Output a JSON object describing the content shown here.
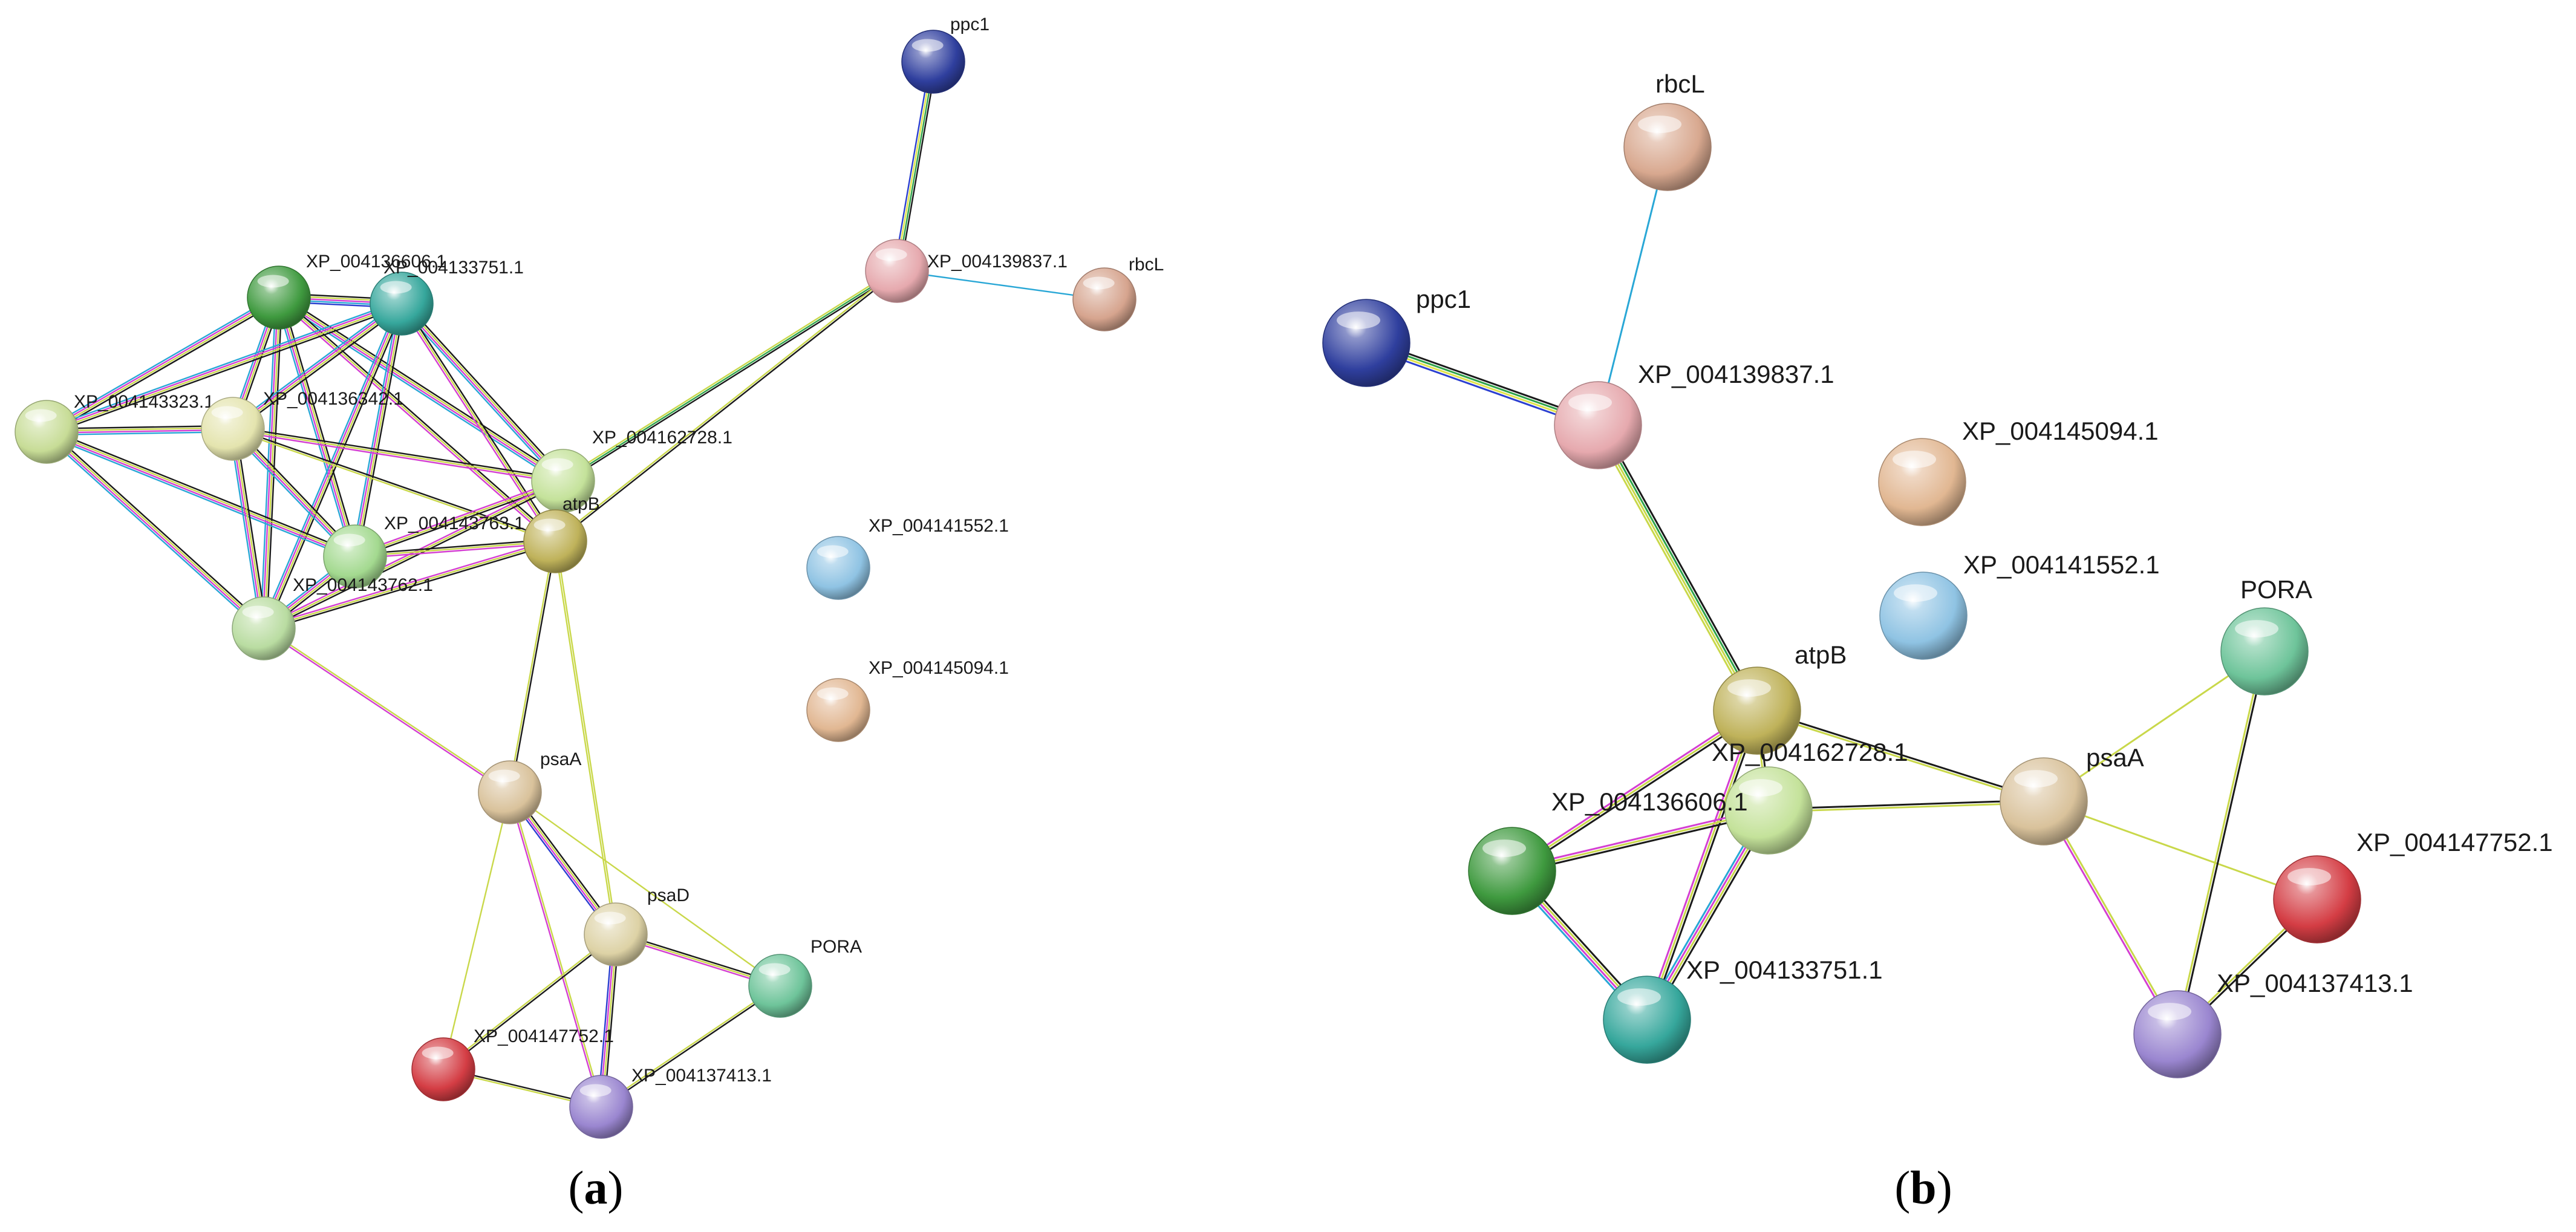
{
  "panels": [
    {
      "id": "a",
      "caption_letter": "a",
      "nodes": [
        {
          "id": "ppc1",
          "label": "ppc1",
          "color": "#2f3f9e"
        },
        {
          "id": "XP_004139837.1",
          "label": "XP_004139837.1",
          "color": "#e6a9ae"
        },
        {
          "id": "rbcL",
          "label": "rbcL",
          "color": "#d6a48e"
        },
        {
          "id": "XP_004136606.1",
          "label": "XP_004136606.1",
          "color": "#3f9a3f"
        },
        {
          "id": "XP_004133751.1",
          "label": "XP_004133751.1",
          "color": "#36a79c"
        },
        {
          "id": "XP_004143323.1",
          "label": "XP_004143323.1",
          "color": "#c7dc96"
        },
        {
          "id": "XP_004136342.1",
          "label": "XP_004136342.1",
          "color": "#e4e4ae"
        },
        {
          "id": "XP_004162728.1",
          "label": "XP_004162728.1",
          "color": "#c4e29a"
        },
        {
          "id": "XP_004143763.1",
          "label": "XP_004143763.1",
          "color": "#a3d98f"
        },
        {
          "id": "atpB",
          "label": "atpB",
          "color": "#bfb25a"
        },
        {
          "id": "XP_004143762.1",
          "label": "XP_004143762.1",
          "color": "#b9dca1"
        },
        {
          "id": "XP_004141552.1",
          "label": "XP_004141552.1",
          "color": "#8fc3e3"
        },
        {
          "id": "XP_004145094.1",
          "label": "XP_004145094.1",
          "color": "#e1b792"
        },
        {
          "id": "psaA",
          "label": "psaA",
          "color": "#d9c29b"
        },
        {
          "id": "psaD",
          "label": "psaD",
          "color": "#ddd2a5"
        },
        {
          "id": "PORA",
          "label": "PORA",
          "color": "#6ec49a"
        },
        {
          "id": "XP_004147752.1",
          "label": "XP_004147752.1",
          "color": "#d43d44"
        },
        {
          "id": "XP_004137413.1",
          "label": "XP_004137413.1",
          "color": "#9a86d0"
        }
      ],
      "edges": [
        {
          "source": "ppc1",
          "target": "XP_004139837.1",
          "colors": [
            "#1a1a1a",
            "#2fa34a",
            "#e0e24a",
            "#2b3fd0"
          ]
        },
        {
          "source": "XP_004139837.1",
          "target": "rbcL",
          "colors": [
            "#29a7d6"
          ]
        },
        {
          "source": "XP_004139837.1",
          "target": "XP_004162728.1",
          "colors": [
            "#1a1a1a",
            "#2fa34a",
            "#c9d84a"
          ]
        },
        {
          "source": "XP_004139837.1",
          "target": "atpB",
          "colors": [
            "#1a1a1a",
            "#c9d84a"
          ]
        },
        {
          "source": "XP_004136606.1",
          "target": "XP_004133751.1",
          "colors": [
            "#1a1a1a",
            "#c9d84a",
            "#d43fd2",
            "#29a7d6",
            "#2b3fd0"
          ]
        },
        {
          "source": "XP_004136606.1",
          "target": "XP_004143323.1",
          "colors": [
            "#1a1a1a",
            "#c9d84a",
            "#d43fd2",
            "#29a7d6"
          ]
        },
        {
          "source": "XP_004136606.1",
          "target": "XP_004136342.1",
          "colors": [
            "#1a1a1a",
            "#c9d84a",
            "#d43fd2",
            "#29a7d6"
          ]
        },
        {
          "source": "XP_004136606.1",
          "target": "XP_004162728.1",
          "colors": [
            "#1a1a1a",
            "#c9d84a",
            "#d43fd2",
            "#29a7d6"
          ]
        },
        {
          "source": "XP_004136606.1",
          "target": "XP_004143763.1",
          "colors": [
            "#1a1a1a",
            "#c9d84a",
            "#d43fd2",
            "#29a7d6"
          ]
        },
        {
          "source": "XP_004136606.1",
          "target": "atpB",
          "colors": [
            "#1a1a1a",
            "#c9d84a",
            "#d43fd2"
          ]
        },
        {
          "source": "XP_004136606.1",
          "target": "XP_004143762.1",
          "colors": [
            "#1a1a1a",
            "#c9d84a",
            "#d43fd2",
            "#29a7d6"
          ]
        },
        {
          "source": "XP_004133751.1",
          "target": "XP_004143323.1",
          "colors": [
            "#1a1a1a",
            "#c9d84a",
            "#d43fd2",
            "#29a7d6"
          ]
        },
        {
          "source": "XP_004133751.1",
          "target": "XP_004136342.1",
          "colors": [
            "#1a1a1a",
            "#c9d84a",
            "#d43fd2",
            "#29a7d6"
          ]
        },
        {
          "source": "XP_004133751.1",
          "target": "XP_004162728.1",
          "colors": [
            "#1a1a1a",
            "#c9d84a",
            "#d43fd2",
            "#29a7d6"
          ]
        },
        {
          "source": "XP_004133751.1",
          "target": "XP_004143763.1",
          "colors": [
            "#1a1a1a",
            "#c9d84a",
            "#d43fd2",
            "#29a7d6"
          ]
        },
        {
          "source": "XP_004133751.1",
          "target": "atpB",
          "colors": [
            "#1a1a1a",
            "#c9d84a",
            "#d43fd2"
          ]
        },
        {
          "source": "XP_004133751.1",
          "target": "XP_004143762.1",
          "colors": [
            "#1a1a1a",
            "#c9d84a",
            "#d43fd2",
            "#29a7d6"
          ]
        },
        {
          "source": "XP_004143323.1",
          "target": "XP_004136342.1",
          "colors": [
            "#1a1a1a",
            "#c9d84a",
            "#d43fd2",
            "#29a7d6"
          ]
        },
        {
          "source": "XP_004143323.1",
          "target": "XP_004143763.1",
          "colors": [
            "#1a1a1a",
            "#c9d84a",
            "#d43fd2",
            "#29a7d6"
          ]
        },
        {
          "source": "XP_004143323.1",
          "target": "XP_004143762.1",
          "colors": [
            "#1a1a1a",
            "#c9d84a",
            "#d43fd2",
            "#29a7d6"
          ]
        },
        {
          "source": "XP_004136342.1",
          "target": "XP_004162728.1",
          "colors": [
            "#1a1a1a",
            "#c9d84a",
            "#d43fd2"
          ]
        },
        {
          "source": "XP_004136342.1",
          "target": "XP_004143763.1",
          "colors": [
            "#1a1a1a",
            "#c9d84a",
            "#d43fd2",
            "#29a7d6"
          ]
        },
        {
          "source": "XP_004136342.1",
          "target": "atpB",
          "colors": [
            "#1a1a1a",
            "#c9d84a"
          ]
        },
        {
          "source": "XP_004136342.1",
          "target": "XP_004143762.1",
          "colors": [
            "#1a1a1a",
            "#c9d84a",
            "#d43fd2",
            "#29a7d6"
          ]
        },
        {
          "source": "XP_004162728.1",
          "target": "XP_004143763.1",
          "colors": [
            "#1a1a1a",
            "#c9d84a",
            "#d43fd2"
          ]
        },
        {
          "source": "XP_004162728.1",
          "target": "atpB",
          "colors": [
            "#1a1a1a",
            "#c9d84a"
          ]
        },
        {
          "source": "XP_004162728.1",
          "target": "XP_004143762.1",
          "colors": [
            "#1a1a1a",
            "#c9d84a",
            "#d43fd2"
          ]
        },
        {
          "source": "XP_004143763.1",
          "target": "atpB",
          "colors": [
            "#1a1a1a",
            "#c9d84a",
            "#d43fd2"
          ]
        },
        {
          "source": "XP_004143763.1",
          "target": "XP_004143762.1",
          "colors": [
            "#1a1a1a",
            "#c9d84a",
            "#d43fd2",
            "#29a7d6"
          ]
        },
        {
          "source": "atpB",
          "target": "XP_004143762.1",
          "colors": [
            "#1a1a1a",
            "#c9d84a",
            "#d43fd2"
          ]
        },
        {
          "source": "atpB",
          "target": "psaA",
          "colors": [
            "#1a1a1a",
            "#c9d84a"
          ]
        },
        {
          "source": "atpB",
          "target": "psaD",
          "colors": [
            "#c9d84a",
            "#c9d84a"
          ]
        },
        {
          "source": "XP_004143762.1",
          "target": "psaA",
          "colors": [
            "#c9d84a",
            "#d43fd2"
          ]
        },
        {
          "source": "psaA",
          "target": "psaD",
          "colors": [
            "#1a1a1a",
            "#c9d84a",
            "#d43fd2",
            "#2b3fd0"
          ]
        },
        {
          "source": "psaA",
          "target": "PORA",
          "colors": [
            "#c9d84a"
          ]
        },
        {
          "source": "psaA",
          "target": "XP_004147752.1",
          "colors": [
            "#c9d84a"
          ]
        },
        {
          "source": "psaA",
          "target": "XP_004137413.1",
          "colors": [
            "#c9d84a",
            "#d43fd2"
          ]
        },
        {
          "source": "psaD",
          "target": "PORA",
          "colors": [
            "#1a1a1a",
            "#c9d84a",
            "#d43fd2"
          ]
        },
        {
          "source": "psaD",
          "target": "XP_004147752.1",
          "colors": [
            "#1a1a1a",
            "#c9d84a"
          ]
        },
        {
          "source": "psaD",
          "target": "XP_004137413.1",
          "colors": [
            "#1a1a1a",
            "#c9d84a",
            "#d43fd2",
            "#2b3fd0"
          ]
        },
        {
          "source": "PORA",
          "target": "XP_004137413.1",
          "colors": [
            "#1a1a1a",
            "#c9d84a"
          ]
        },
        {
          "source": "XP_004147752.1",
          "target": "XP_004137413.1",
          "colors": [
            "#1a1a1a",
            "#c9d84a"
          ]
        }
      ]
    },
    {
      "id": "b",
      "caption_letter": "b",
      "nodes": [
        {
          "id": "rbcL",
          "label": "rbcL",
          "color": "#d8a88f"
        },
        {
          "id": "ppc1",
          "label": "ppc1",
          "color": "#2f3f9e"
        },
        {
          "id": "XP_004139837.1",
          "label": "XP_004139837.1",
          "color": "#e6a9ae"
        },
        {
          "id": "XP_004145094.1",
          "label": "XP_004145094.1",
          "color": "#e1b792"
        },
        {
          "id": "XP_004141552.1",
          "label": "XP_004141552.1",
          "color": "#8fc3e3"
        },
        {
          "id": "PORA",
          "label": "PORA",
          "color": "#6ec49a"
        },
        {
          "id": "atpB",
          "label": "atpB",
          "color": "#bfb25a"
        },
        {
          "id": "XP_004162728.1",
          "label": "XP_004162728.1",
          "color": "#c4e29a"
        },
        {
          "id": "psaA",
          "label": "psaA",
          "color": "#d9c29b"
        },
        {
          "id": "XP_004136606.1",
          "label": "XP_004136606.1",
          "color": "#3f9a3f"
        },
        {
          "id": "XP_004147752.1",
          "label": "XP_004147752.1",
          "color": "#d43d44"
        },
        {
          "id": "XP_004133751.1",
          "label": "XP_004133751.1",
          "color": "#36a79c"
        },
        {
          "id": "XP_004137413.1",
          "label": "XP_004137413.1",
          "color": "#9a86d0"
        }
      ],
      "edges": [
        {
          "source": "rbcL",
          "target": "XP_004139837.1",
          "colors": [
            "#29a7d6"
          ]
        },
        {
          "source": "ppc1",
          "target": "XP_004139837.1",
          "colors": [
            "#1a1a1a",
            "#2fa34a",
            "#e0e24a",
            "#2b3fd0"
          ]
        },
        {
          "source": "XP_004139837.1",
          "target": "atpB",
          "colors": [
            "#1a1a1a",
            "#2fa34a",
            "#c9d84a",
            "#c9d84a"
          ]
        },
        {
          "source": "atpB",
          "target": "XP_004162728.1",
          "colors": [
            "#1a1a1a",
            "#c9d84a"
          ]
        },
        {
          "source": "atpB",
          "target": "XP_004136606.1",
          "colors": [
            "#1a1a1a",
            "#c9d84a",
            "#d43fd2"
          ]
        },
        {
          "source": "atpB",
          "target": "XP_004133751.1",
          "colors": [
            "#1a1a1a",
            "#c9d84a",
            "#d43fd2"
          ]
        },
        {
          "source": "atpB",
          "target": "psaA",
          "colors": [
            "#1a1a1a",
            "#c9d84a"
          ]
        },
        {
          "source": "XP_004162728.1",
          "target": "XP_004136606.1",
          "colors": [
            "#1a1a1a",
            "#c9d84a",
            "#d43fd2"
          ]
        },
        {
          "source": "XP_004162728.1",
          "target": "XP_004133751.1",
          "colors": [
            "#1a1a1a",
            "#c9d84a",
            "#d43fd2",
            "#29a7d6"
          ]
        },
        {
          "source": "XP_004162728.1",
          "target": "psaA",
          "colors": [
            "#1a1a1a",
            "#c9d84a"
          ]
        },
        {
          "source": "XP_004136606.1",
          "target": "XP_004133751.1",
          "colors": [
            "#1a1a1a",
            "#c9d84a",
            "#d43fd2",
            "#29a7d6"
          ]
        },
        {
          "source": "psaA",
          "target": "PORA",
          "colors": [
            "#c9d84a"
          ]
        },
        {
          "source": "psaA",
          "target": "XP_004147752.1",
          "colors": [
            "#c9d84a"
          ]
        },
        {
          "source": "psaA",
          "target": "XP_004137413.1",
          "colors": [
            "#c9d84a",
            "#d43fd2"
          ]
        },
        {
          "source": "PORA",
          "target": "XP_004137413.1",
          "colors": [
            "#1a1a1a",
            "#c9d84a"
          ]
        },
        {
          "source": "XP_004147752.1",
          "target": "XP_004137413.1",
          "colors": [
            "#1a1a1a",
            "#c9d84a"
          ]
        }
      ]
    }
  ]
}
